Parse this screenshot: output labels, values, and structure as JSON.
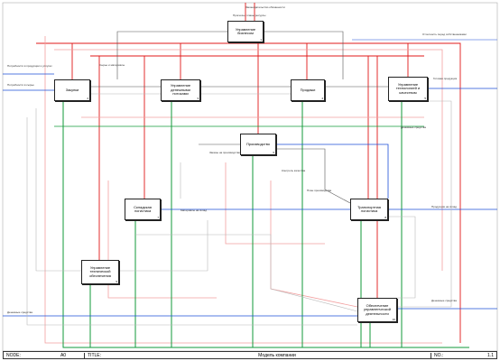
{
  "diagram": {
    "footer": {
      "node_label": "NODE:",
      "node_value": "A0",
      "title_label": "TITLE:",
      "title_value": "Модель компании",
      "no_label": "NO.:",
      "no_value": "1.1"
    },
    "boxes": [
      {
        "key": "mgmt",
        "label": "Управление бизнесом",
        "num": "1"
      },
      {
        "key": "purchase",
        "label": "Закупки",
        "num": "2"
      },
      {
        "key": "finance",
        "label": "Управление денежными потоками",
        "num": "3"
      },
      {
        "key": "sales",
        "label": "Продажи",
        "num": "4"
      },
      {
        "key": "tech",
        "label": "Управление технологией и качеством",
        "num": "5"
      },
      {
        "key": "production",
        "label": "Производство",
        "num": "6"
      },
      {
        "key": "warehouse",
        "label": "Складская логистика",
        "num": "7"
      },
      {
        "key": "transport",
        "label": "Транспортная логистика",
        "num": "8"
      },
      {
        "key": "it",
        "label": "Управление технической обеспечения",
        "num": "9"
      },
      {
        "key": "support",
        "label": "Обеспечение управленческой деятельности",
        "num": "10"
      }
    ],
    "labels": {
      "top1": "Законодательство обязанности",
      "top2": "Прогнозы, планы ресурсы",
      "ext_orders": "Потребности в продукции и услугах",
      "ext_suppliers": "Потребности в сырье",
      "out_reports": "Отчетность перед собственниками",
      "out_goods": "Готовая продукция",
      "out_docs": "Продукция на склад",
      "in_finance": "Денежные средства",
      "in_mat": "Сырье и материалы",
      "bottom_left": "Денежные средства",
      "right_bottom": "Денежные средства",
      "mid_center": "Заказы на производство",
      "mid_quality": "Контроль качества",
      "mid_plan": "План производства",
      "mid_store": "Материалы на склад"
    }
  }
}
